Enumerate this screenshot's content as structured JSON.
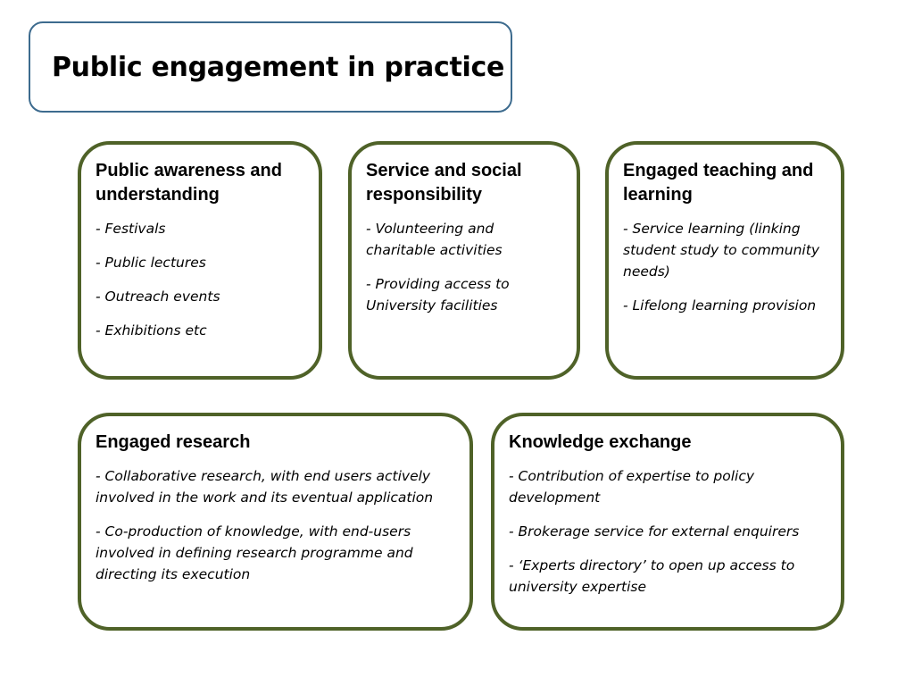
{
  "title": "Public engagement in practice",
  "cards": [
    {
      "heading": "Public awareness and understanding",
      "items": [
        "- Festivals",
        "- Public lectures",
        "- Outreach events",
        "- Exhibitions etc"
      ]
    },
    {
      "heading": "Service and social responsibility",
      "items": [
        "- Volunteering and charitable activities",
        "- Providing access to University facilities"
      ]
    },
    {
      "heading": "Engaged teaching and learning",
      "items": [
        "- Service learning (linking student study to community needs)",
        "- Lifelong learning provision"
      ]
    },
    {
      "heading": "Engaged research",
      "items": [
        "- Collaborative research, with end users actively involved in the work and its eventual application",
        "- Co-production of knowledge, with end-users involved in defining research programme and directing its execution"
      ]
    },
    {
      "heading": "Knowledge exchange",
      "items": [
        "- Contribution of expertise to policy development",
        "- Brokerage service for external enquirers",
        "- ‘Experts directory’ to open up access to university expertise"
      ]
    }
  ],
  "colors": {
    "title_border": "#3d6b8e",
    "card_border": "#4f6228"
  }
}
